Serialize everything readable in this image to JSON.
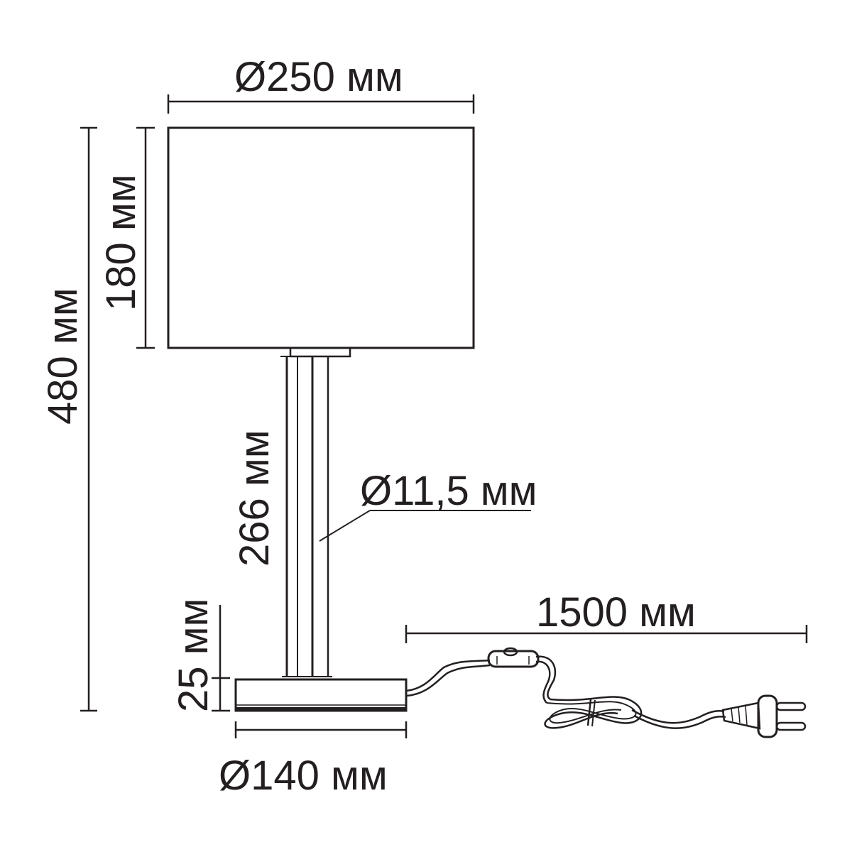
{
  "labels": {
    "shade_diameter": "Ø250 мм",
    "shade_height": "180 мм",
    "total_height": "480 мм",
    "stem_length": "266 мм",
    "stem_diameter": "Ø11,5 мм",
    "base_height": "25 мм",
    "base_diameter": "Ø140 мм",
    "cord_length": "1500 мм"
  },
  "colors": {
    "line": "#231f20",
    "background": "#ffffff"
  }
}
